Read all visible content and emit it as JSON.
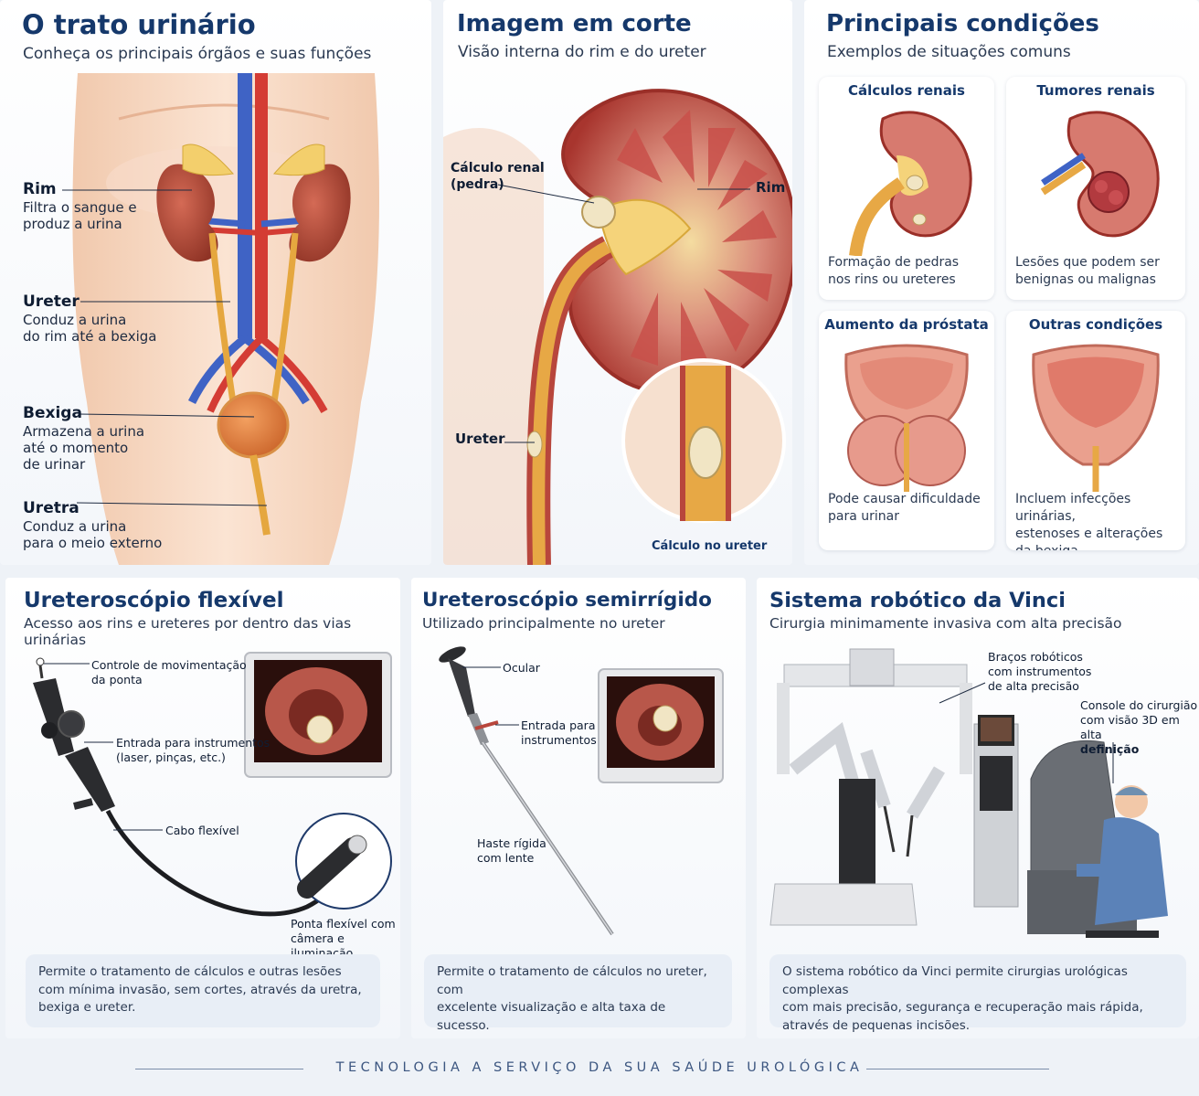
{
  "colors": {
    "title": "#15386b",
    "text": "#1d2a40",
    "note_bg": "#e8eef6",
    "kidney": "#b8493a",
    "artery": "#d43c34",
    "vein": "#3f63c5",
    "ureter": "#e5a73f"
  },
  "panel1": {
    "title": "O trato urinário",
    "subtitle": "Conheça os principais órgãos e suas funções",
    "labels": [
      {
        "name": "Rim",
        "desc": "Filtra o sangue e\nproduz a urina"
      },
      {
        "name": "Ureter",
        "desc": "Conduz a urina\ndo rim até a bexiga"
      },
      {
        "name": "Bexiga",
        "desc": "Armazena a urina\naté o momento\nde urinar"
      },
      {
        "name": "Uretra",
        "desc": "Conduz a urina\npara o meio externo"
      }
    ]
  },
  "panel2": {
    "title": "Imagem em corte",
    "subtitle": "Visão interna do rim e do ureter",
    "labels": {
      "stone": "Cálculo renal\n(pedra)",
      "kidney": "Rim",
      "ureter": "Ureter",
      "ureter_stone": "Cálculo no ureter"
    }
  },
  "panel3": {
    "title": "Principais condições",
    "subtitle": "Exemplos de situações comuns",
    "cards": [
      {
        "title": "Cálculos renais",
        "desc": "Formação de pedras\nnos rins ou ureteres"
      },
      {
        "title": "Tumores renais",
        "desc": "Lesões que podem ser\nbenignas ou malignas"
      },
      {
        "title": "Aumento da próstata",
        "desc": "Pode causar dificuldade\npara urinar"
      },
      {
        "title": "Outras condições",
        "desc": "Incluem infecções urinárias,\nestenoses e alterações\nda bexiga"
      }
    ]
  },
  "panel4": {
    "title": "Ureteroscópio flexível",
    "subtitle": "Acesso aos rins e ureteres por dentro das vias urinárias",
    "labels": {
      "control": "Controle de movimentação\nda ponta",
      "entry": "Entrada para instrumentos\n(laser, pinças, etc.)",
      "cable": "Cabo flexível",
      "tip": "Ponta flexível com\ncâmera e iluminação"
    },
    "note": "Permite o tratamento de cálculos e outras lesões\ncom mínima invasão, sem cortes, através da uretra,\nbexiga e ureter."
  },
  "panel5": {
    "title": "Ureteroscópio semirrígido",
    "subtitle": "Utilizado principalmente no ureter",
    "labels": {
      "ocular": "Ocular",
      "entry": "Entrada para\ninstrumentos",
      "shaft": "Haste rígida\ncom lente"
    },
    "note": "Permite o tratamento de cálculos no ureter, com\nexcelente visualização e alta taxa de sucesso."
  },
  "panel6": {
    "title": "Sistema robótico da Vinci",
    "subtitle": "Cirurgia minimamente invasiva com alta precisão",
    "labels": {
      "arms": "Braços robóticos\ncom instrumentos\nde alta precisão",
      "console": "Console do cirurgião\ncom visão 3D em alta",
      "console_bold": "definição"
    },
    "note": "O sistema robótico da Vinci permite cirurgias urológicas complexas\ncom mais precisão, segurança e recuperação mais rápida,\natravés de pequenas incisões."
  },
  "footer": "TECNOLOGIA A SERVIÇO DA SUA SAÚDE UROLÓGICA"
}
